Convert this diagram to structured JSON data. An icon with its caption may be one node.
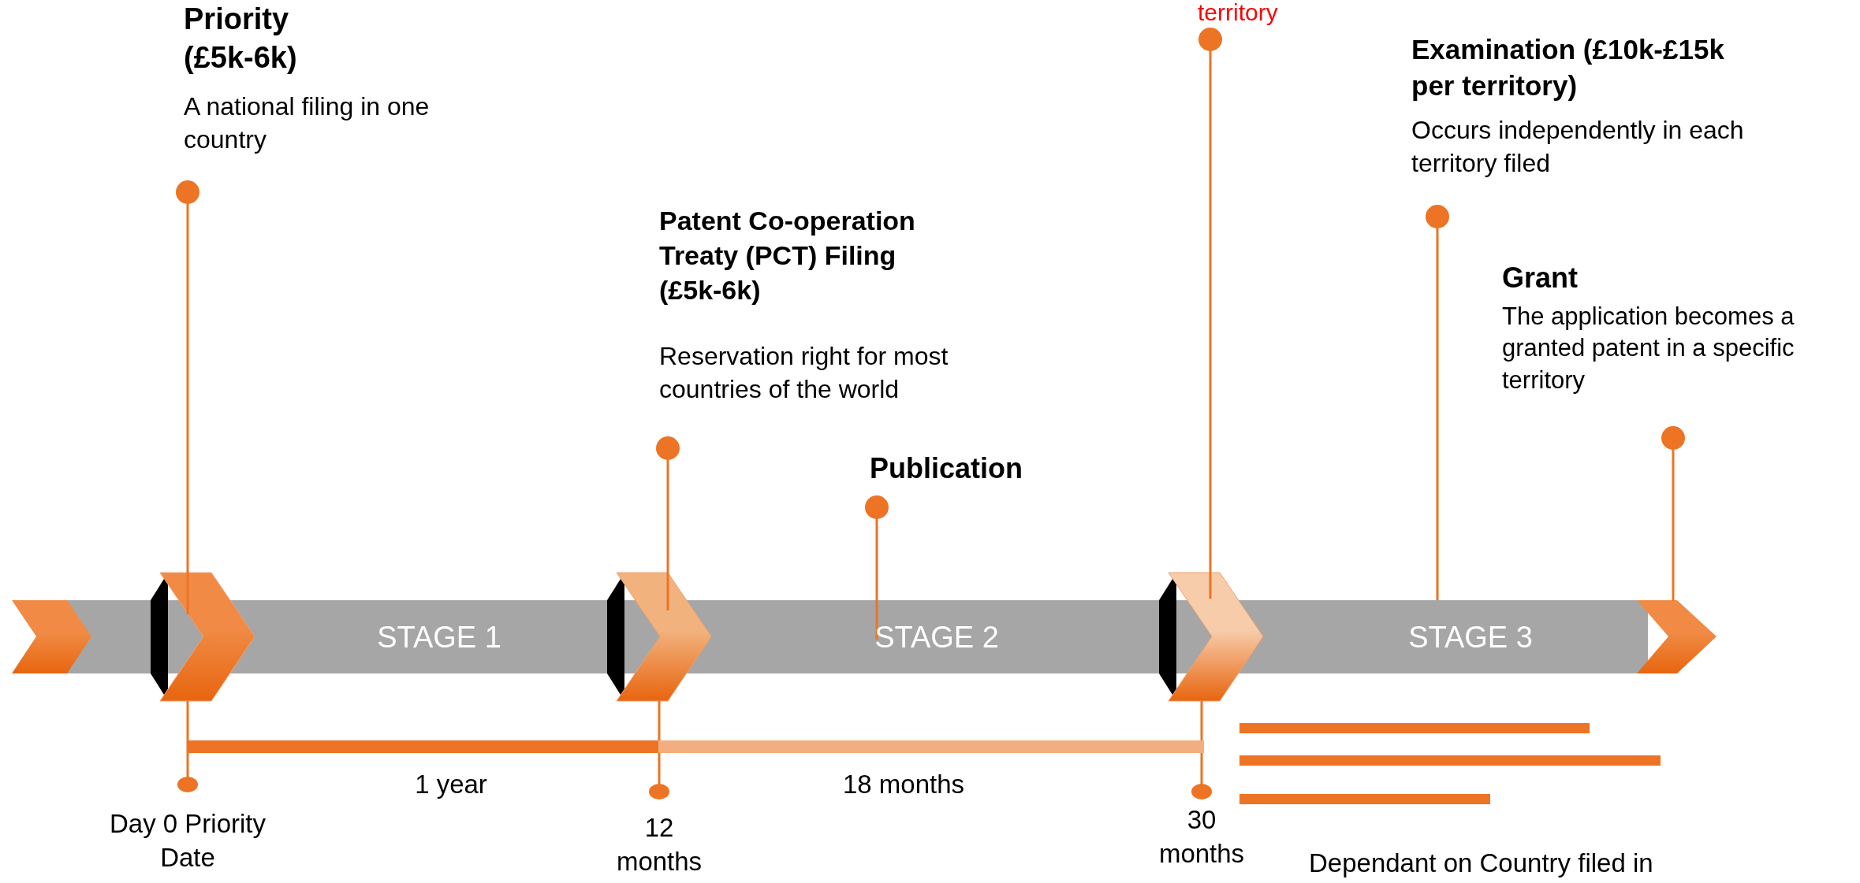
{
  "diagram": {
    "labels": [
      "territory",
      "Priority (£5k-6k)",
      "A national filing in one country",
      "Examination (£10k-£15k per territory)",
      "Occurs independently in each territory filed",
      "Grant",
      "The application becomes a granted patent in a specific territory",
      "Patent Co-operation Treaty (PCT) Filing (£5k-6k)",
      "Reservation right for most countries of the world",
      "Publication",
      "STAGE 1",
      "STAGE 2",
      "STAGE 3",
      "1 year",
      "18 months",
      "Day 0 Priority Date",
      "12 months",
      "30 months",
      "Dependant on Country filed in"
    ]
  }
}
